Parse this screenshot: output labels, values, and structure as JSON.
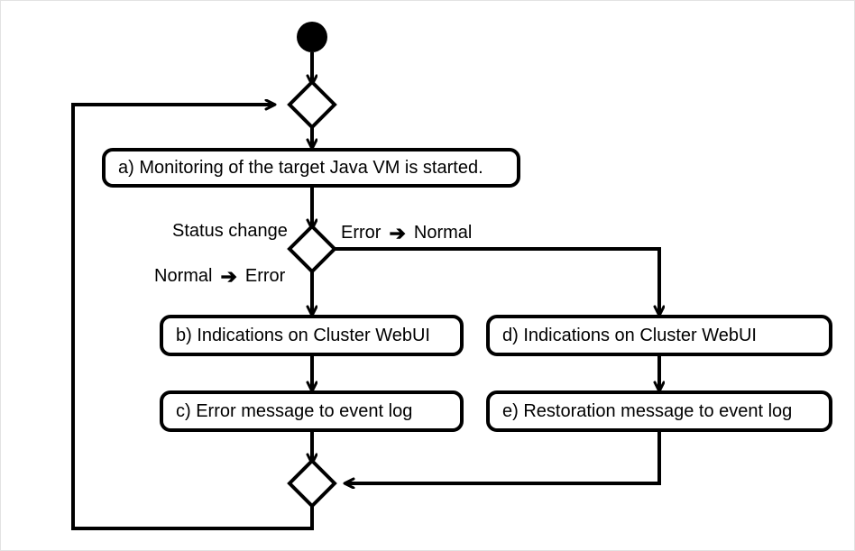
{
  "diagram": {
    "title": "Java VM monitoring status activity diagram",
    "type": "activity-diagram",
    "stroke_color": "#000000",
    "fill_color": "#ffffff",
    "border_color": "#e2e2e2",
    "nodes": {
      "start": {
        "name": "start-node",
        "shape": "filled-circle"
      },
      "merge_top": {
        "name": "merge-diamond-top",
        "shape": "diamond"
      },
      "activity_a": {
        "label": "a) Monitoring of the target Java VM is started."
      },
      "decision": {
        "name": "status-change-decision",
        "shape": "diamond"
      },
      "activity_b": {
        "label": "b) Indications on Cluster WebUI"
      },
      "activity_c": {
        "label": "c) Error message to event log"
      },
      "activity_d": {
        "label": "d) Indications on Cluster WebUI"
      },
      "activity_e": {
        "label": "e) Restoration message to event log"
      },
      "merge_bottom": {
        "name": "merge-diamond-bottom",
        "shape": "diamond"
      }
    },
    "edge_labels": {
      "decision_title": "Status change",
      "branch_error_to_normal": {
        "from": "Error",
        "arrow": "➔",
        "to": "Normal"
      },
      "branch_normal_to_error": {
        "from": "Normal",
        "arrow": "➔",
        "to": "Error"
      }
    }
  }
}
